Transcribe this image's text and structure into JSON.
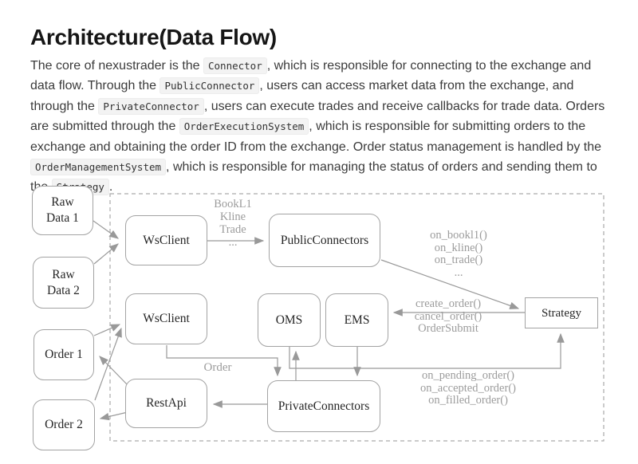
{
  "page": {
    "title": "Architecture(Data Flow)"
  },
  "paragraph": {
    "segments": [
      {
        "type": "text",
        "value": "The core of nexustrader is the "
      },
      {
        "type": "code",
        "value": "Connector"
      },
      {
        "type": "text",
        "value": ", which is responsible for connecting to the exchange and data flow. Through the "
      },
      {
        "type": "code",
        "value": "PublicConnector"
      },
      {
        "type": "text",
        "value": ", users can access market data from the exchange, and through the "
      },
      {
        "type": "code",
        "value": "PrivateConnector"
      },
      {
        "type": "text",
        "value": ", users can execute trades and receive callbacks for trade data. Orders are submitted through the "
      },
      {
        "type": "code",
        "value": "OrderExecutionSystem"
      },
      {
        "type": "text",
        "value": ", which is responsible for submitting orders to the exchange and obtaining the order ID from the exchange. Order status management is handled by the "
      },
      {
        "type": "code",
        "value": "OrderManagementSystem"
      },
      {
        "type": "text",
        "value": ", which is responsible for managing the status of orders and sending them to the "
      },
      {
        "type": "code",
        "value": "Strategy"
      },
      {
        "type": "text",
        "value": "."
      }
    ]
  },
  "diagram": {
    "nodes": {
      "raw_data_1": {
        "label": "Raw\nData 1"
      },
      "raw_data_2": {
        "label": "Raw\nData 2"
      },
      "order_1": {
        "label": "Order 1"
      },
      "order_2": {
        "label": "Order 2"
      },
      "ws_client_1": {
        "label": "WsClient"
      },
      "public_connectors": {
        "label": "PublicConnectors"
      },
      "ws_client_2": {
        "label": "WsClient"
      },
      "oms": {
        "label": "OMS"
      },
      "ems": {
        "label": "EMS"
      },
      "strategy": {
        "label": "Strategy"
      },
      "rest_api": {
        "label": "RestApi"
      },
      "private_connectors": {
        "label": "PrivateConnectors"
      }
    },
    "labels": {
      "ws_to_public": "BookL1\nKline\nTrade\n...",
      "public_to_strategy": "on_bookl1()\non_kline()\non_trade()\n...",
      "strategy_to_ems": "create_order()\ncancel_order()\nOrderSubmit",
      "ws_to_private": "Order",
      "oms_to_strategy": "on_pending_order()\non_accepted_order()\non_filled_order()"
    },
    "colors": {
      "line": "#999999",
      "box_border": "#a3a3a3",
      "label_text": "#9c9c9c",
      "dashed_border": "#ababab"
    }
  }
}
